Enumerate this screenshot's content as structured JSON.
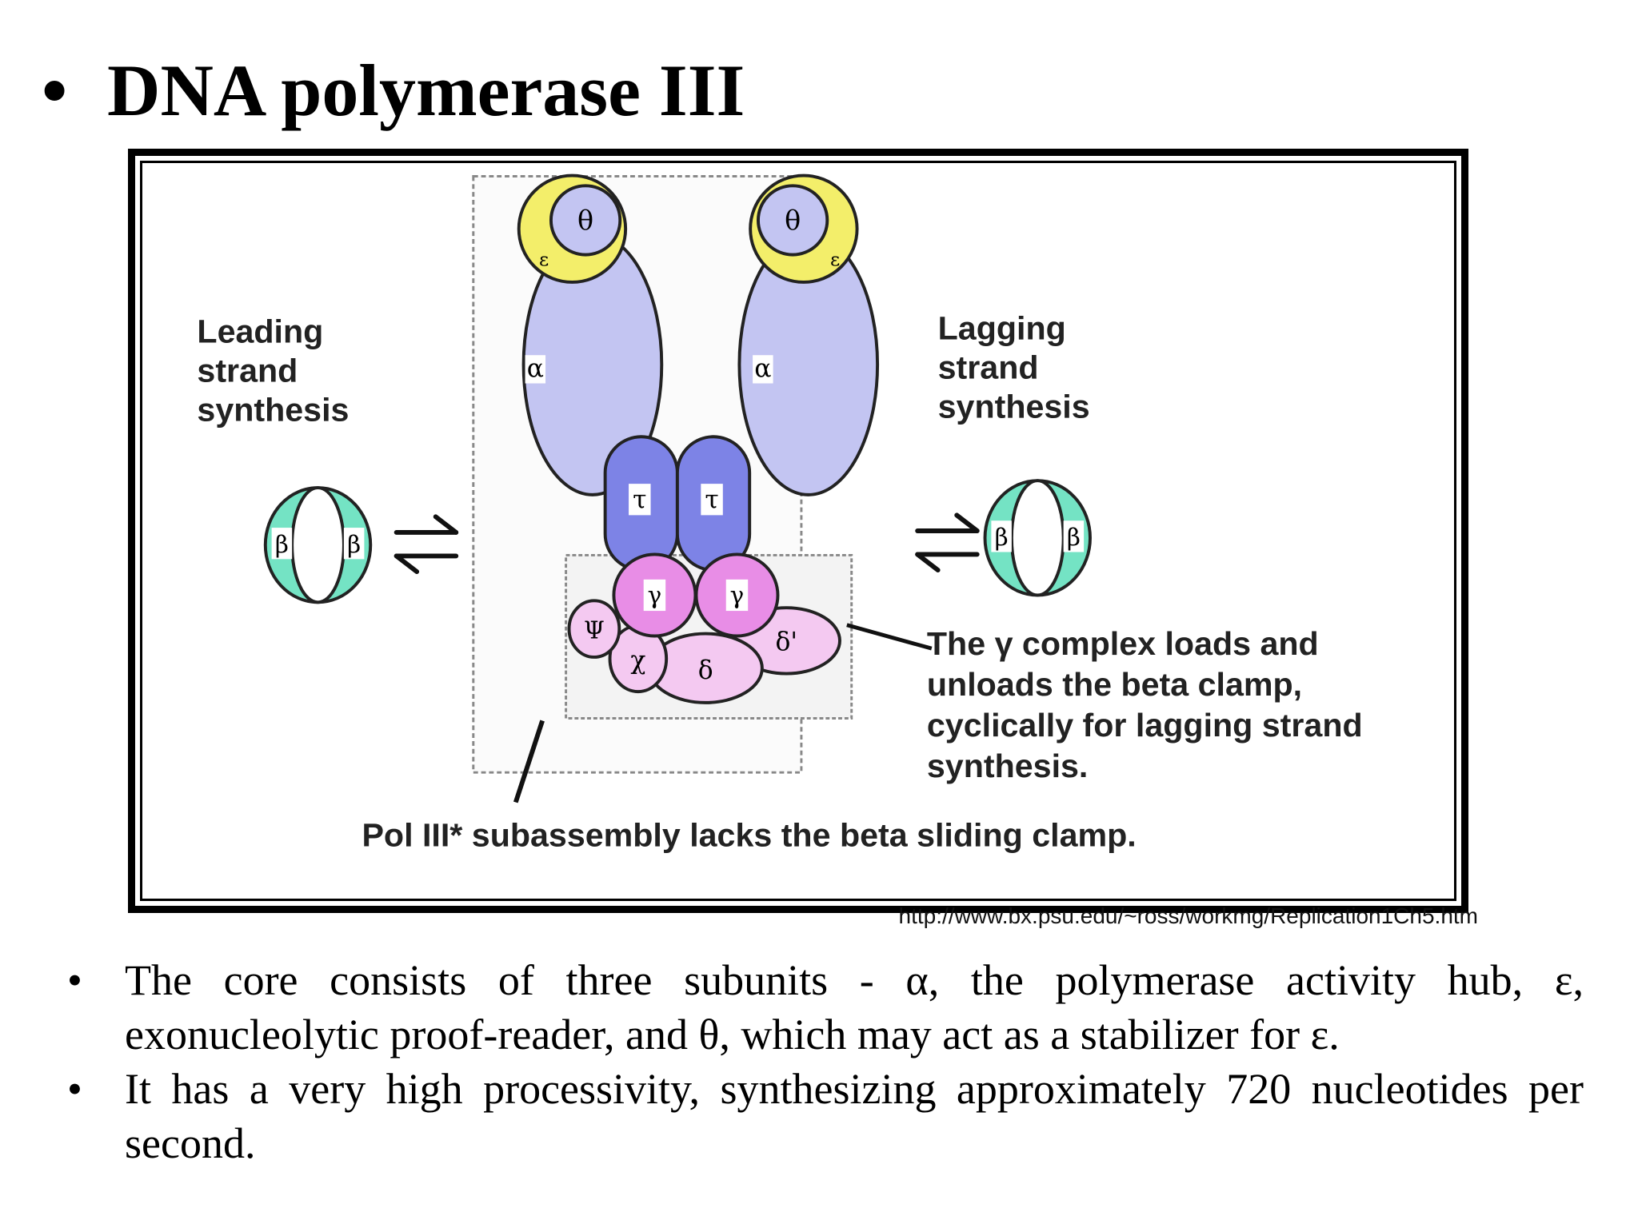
{
  "slide": {
    "title": "DNA polymerase III",
    "bullet_char": "•"
  },
  "figure": {
    "left_label": [
      "Leading",
      "strand",
      "synthesis"
    ],
    "right_label": [
      "Lagging",
      "strand",
      "synthesis"
    ],
    "gamma_label": [
      "The γ complex loads and",
      "unloads the beta clamp,",
      "cyclically for lagging strand",
      "synthesis."
    ],
    "caption": "Pol III* subassembly lacks the beta sliding clamp.",
    "subunits": {
      "theta": "θ",
      "epsilon": "ε",
      "alpha": "α",
      "tau": "τ",
      "gamma": "γ",
      "psi": "Ψ",
      "chi": "χ",
      "delta": "δ",
      "delta_prime": "δ'",
      "beta": "β"
    },
    "colors": {
      "yellow": "#f3ee6a",
      "lavender": "#c3c5f2",
      "tau_blue": "#7d83e6",
      "magenta": "#e88de6",
      "pink": "#f4c9f1",
      "mint": "#74e3c4"
    }
  },
  "source_url": "http://www.bx.psu.edu/~ross/workmg/Replication1Ch5.htm",
  "bullets": [
    "The core consists of three subunits - α, the polymerase activity hub, ε, exonucleolytic proof-reader, and θ, which may act as a stabilizer for ε.",
    "It has a very high processivity, synthesizing approximately 720 nucleotides per second."
  ]
}
